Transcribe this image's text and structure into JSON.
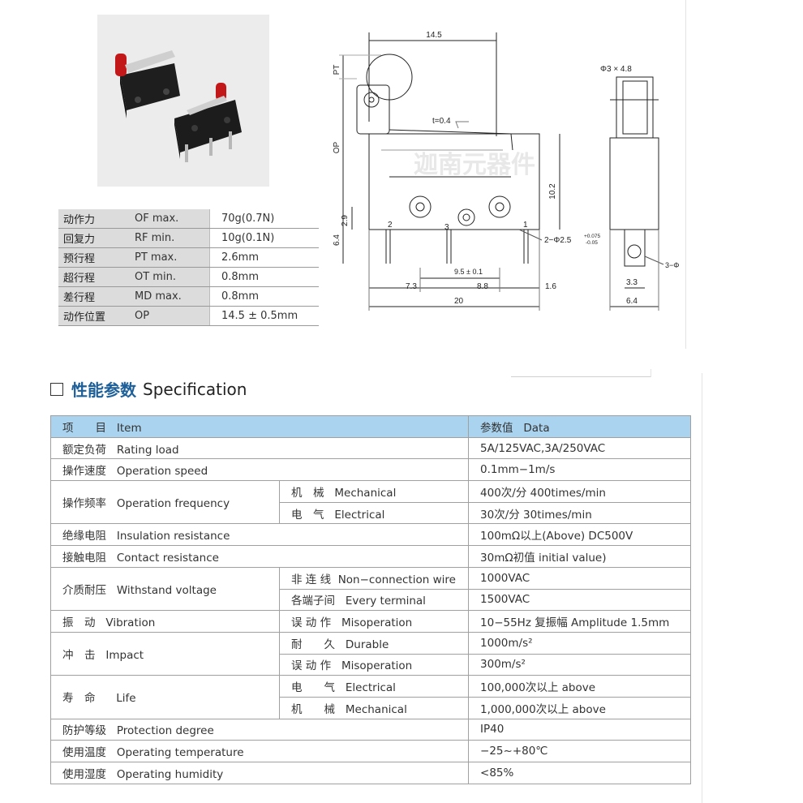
{
  "photo": {
    "subject": "micro-switch-photo"
  },
  "characteristics": [
    {
      "cn": "动作力",
      "sym": "OF  max.",
      "val": "70g(0.7N)"
    },
    {
      "cn": "回复力",
      "sym": "RF  min.",
      "val": "10g(0.1N)"
    },
    {
      "cn": "预行程",
      "sym": "PT  max.",
      "val": "2.6mm"
    },
    {
      "cn": "超行程",
      "sym": "OT  min.",
      "val": "0.8mm"
    },
    {
      "cn": "差行程",
      "sym": "MD max.",
      "val": "0.8mm"
    },
    {
      "cn": "动作位置",
      "sym": "OP",
      "val": "14.5 ± 0.5mm"
    }
  ],
  "drawing": {
    "dims": {
      "width_top": "14.5",
      "pt": "PT",
      "op": "OP",
      "t": "t=0.4",
      "h102": "10.2",
      "h29": "2.9",
      "h64": "6.4",
      "pin1": "1",
      "pin2": "2",
      "pin3": "3",
      "hole": "2−Φ2.5",
      "tol_up": "+0.075",
      "tol_dn": "-0.05",
      "d95": "9.5 ± 0.1",
      "d73": "7.3",
      "d88": "8.8",
      "d16": "1.6",
      "d20": "20",
      "roller": "Φ3 × 4.8",
      "d33": "3.3",
      "d64b": "6.4",
      "phi3": "3−Φ"
    },
    "watermark": "迦南元器件"
  },
  "spec": {
    "heading_cn": "性能参数",
    "heading_en": "Specification",
    "header": {
      "item_cn": "项　　目",
      "item_en": "Item",
      "data_cn": "参数值",
      "data_en": "Data"
    },
    "rows": {
      "rating": {
        "cn": "额定负荷",
        "en": "Rating load",
        "val": "5A/125VAC,3A/250VAC"
      },
      "speed": {
        "cn": "操作速度",
        "en": "Operation speed",
        "val": "0.1mm−1m/s"
      },
      "freq": {
        "cn": "操作频率",
        "en": "Operation frequency",
        "sub1": {
          "cn": "机　械",
          "en": "Mechanical",
          "val": "400次/分 400times/min"
        },
        "sub2": {
          "cn": "电　气",
          "en": "Electrical",
          "val": "30次/分 30times/min"
        }
      },
      "insul": {
        "cn": "绝缘电阻",
        "en": "Insulation resistance",
        "val": "100mΩ以上(Above) DC500V"
      },
      "contact": {
        "cn": "接触电阻",
        "en": "Contact resistance",
        "val": "30mΩ初值 initial value)"
      },
      "voltage": {
        "cn": "介质耐压",
        "en": "Withstand voltage",
        "sub1": {
          "cn": "非 连 线",
          "en": "Non−connection wire",
          "val": "1000VAC"
        },
        "sub2": {
          "cn": "各端子间",
          "en": "Every terminal",
          "val": "1500VAC"
        }
      },
      "vib": {
        "cn": "振　动",
        "en": "Vibration",
        "subcn": "误 动 作",
        "suben": "Misoperation",
        "val": "10−55Hz 复振幅  Amplitude 1.5mm"
      },
      "impact": {
        "cn": "冲　击",
        "en": "Impact",
        "sub1": {
          "cn": "耐　　久",
          "en": "Durable",
          "val": "1000m/s²"
        },
        "sub2": {
          "cn": "误 动 作",
          "en": "Misoperation",
          "val": "300m/s²"
        }
      },
      "life": {
        "cn": "寿　命",
        "en": "Life",
        "sub1": {
          "cn": "电　　气",
          "en": "Electrical",
          "val": "100,000次以上 above"
        },
        "sub2": {
          "cn": "机　　械",
          "en": "Mechanical",
          "val": "1,000,000次以上 above"
        }
      },
      "protect": {
        "cn": "防护等级",
        "en": "Protection degree",
        "val": "IP40"
      },
      "temp": {
        "cn": "使用温度",
        "en": "Operating temperature",
        "val": "−25~+80℃"
      },
      "humid": {
        "cn": "使用湿度",
        "en": "Operating humidity",
        "val": "<85%"
      }
    }
  }
}
